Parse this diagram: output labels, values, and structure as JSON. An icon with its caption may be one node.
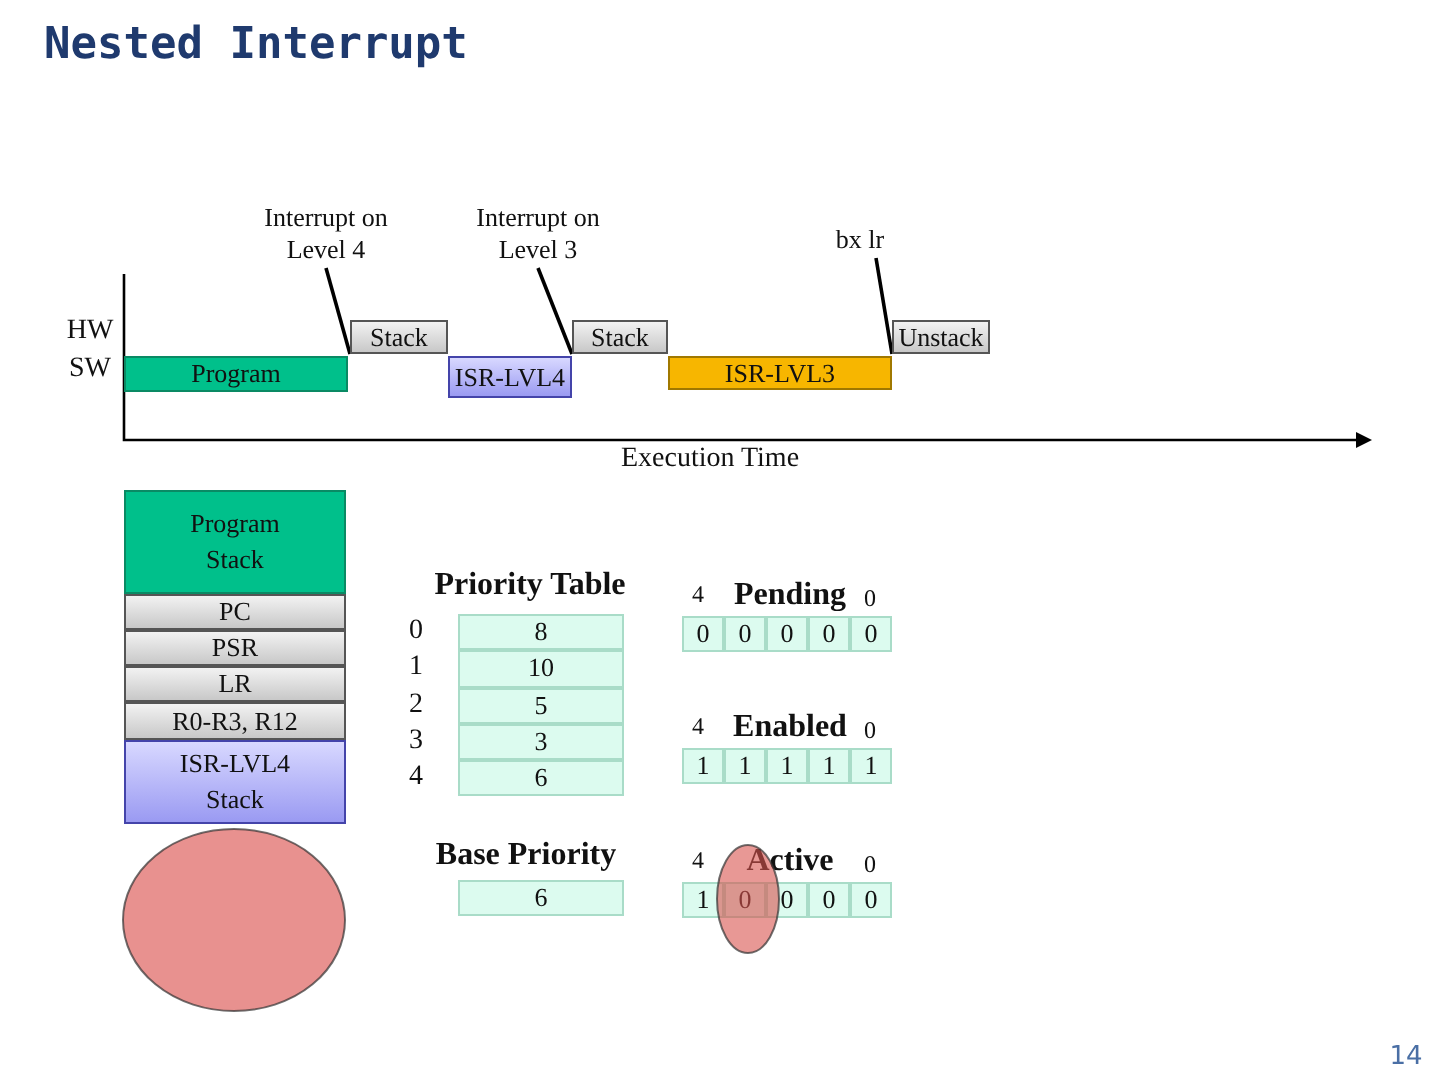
{
  "diagram": {
    "title": "Nested Interrupt",
    "nodes": [
      {
        "text": [
          "Program"
        ]
      },
      {
        "text": [
          "Stack"
        ]
      },
      {
        "text": [
          "ISR-LVL4"
        ]
      },
      {
        "text": [
          "Stack"
        ]
      },
      {
        "text": [
          "ISR-LVL3"
        ]
      },
      {
        "text": [
          "Unstack"
        ]
      },
      {
        "text": [
          "Interrupt on Level 4"
        ]
      },
      {
        "text": [
          "Interrupt on Level 3"
        ]
      },
      {
        "text": [
          "bx lr"
        ]
      },
      {
        "text": [
          "Program Stack"
        ]
      },
      {
        "text": [
          "PC"
        ]
      },
      {
        "text": [
          "PSR"
        ]
      },
      {
        "text": [
          "LR"
        ]
      },
      {
        "text": [
          "R0-R3, R12"
        ]
      },
      {
        "text": [
          "ISR-LVL4 Stack"
        ]
      },
      {
        "text": [],
        "shape": "circle"
      },
      {
        "text": [],
        "shape": "circle"
      }
    ],
    "edges": [
      {
        "from": 6,
        "to": 1,
        "arrow": "none"
      },
      {
        "from": 7,
        "to": 3,
        "arrow": "none"
      },
      {
        "from": 8,
        "to": 5,
        "arrow": "none"
      }
    ],
    "labels": [
      "HW",
      "SW",
      "Execution Time",
      "Priority Table",
      "0",
      "1",
      "2",
      "3",
      "4",
      "8",
      "10",
      "5",
      "3",
      "6",
      "Base Priority",
      "6",
      "Pending",
      "4",
      "0",
      "0",
      "0",
      "0",
      "0",
      "0",
      "Enabled",
      "4",
      "0",
      "1",
      "1",
      "1",
      "1",
      "1",
      "Active",
      "4",
      "0",
      "1",
      "0",
      "0",
      "0",
      "0",
      "14"
    ]
  }
}
